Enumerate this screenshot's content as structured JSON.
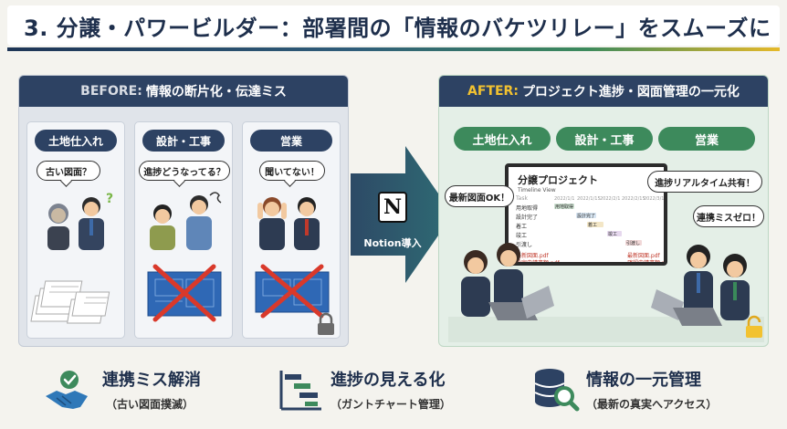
{
  "title": "3. 分譲・パワービルダー：部署間の「情報のバケツリレー」をスムーズに",
  "before": {
    "prefix": "BEFORE:",
    "heading": "情報の断片化・伝達ミス",
    "departments": [
      {
        "label": "土地仕入れ",
        "bubble": "古い図面？"
      },
      {
        "label": "設計・工事",
        "bubble": "進捗どうなってる？"
      },
      {
        "label": "営業",
        "bubble": "聞いてない！"
      }
    ]
  },
  "arrow": {
    "label": "Notion導入",
    "logo": "N"
  },
  "after": {
    "prefix": "AFTER:",
    "heading": "プロジェクト進捗・図面管理の一元化",
    "departments": [
      "土地仕入れ",
      "設計・工事",
      "営業"
    ],
    "screen": {
      "title": "分譲プロジェクト",
      "view": "Timeline View",
      "header_task": "Task",
      "dates": [
        "2022/1/1",
        "2022/1/15",
        "2022/2/1",
        "2022/2/15",
        "2022/3/1"
      ],
      "rows": [
        "用地取得",
        "設計完了",
        "着工",
        "竣工",
        "引渡し"
      ],
      "bar_labels": [
        "用地取得",
        "設計完了",
        "着工",
        "竣工",
        "引渡し"
      ],
      "files_left": [
        "最新図面.pdf",
        "設定申請書類.pdf"
      ],
      "files_right": [
        "最新図面.pdf",
        "確認申請書類.pdf"
      ]
    },
    "bubbles": [
      "最新図面OK！",
      "進捗リアルタイム共有！",
      "連携ミスゼロ！"
    ]
  },
  "benefits": [
    {
      "title": "連携ミス解消",
      "sub": "（古い図面撲滅）"
    },
    {
      "title": "進捗の見える化",
      "sub": "（ガントチャート管理）"
    },
    {
      "title": "情報の一元管理",
      "sub": "（最新の真実へアクセス）"
    }
  ],
  "colors": {
    "navy": "#2d4263",
    "green": "#3d8a5c",
    "accent": "#f2c230",
    "cross": "#d9392b"
  }
}
